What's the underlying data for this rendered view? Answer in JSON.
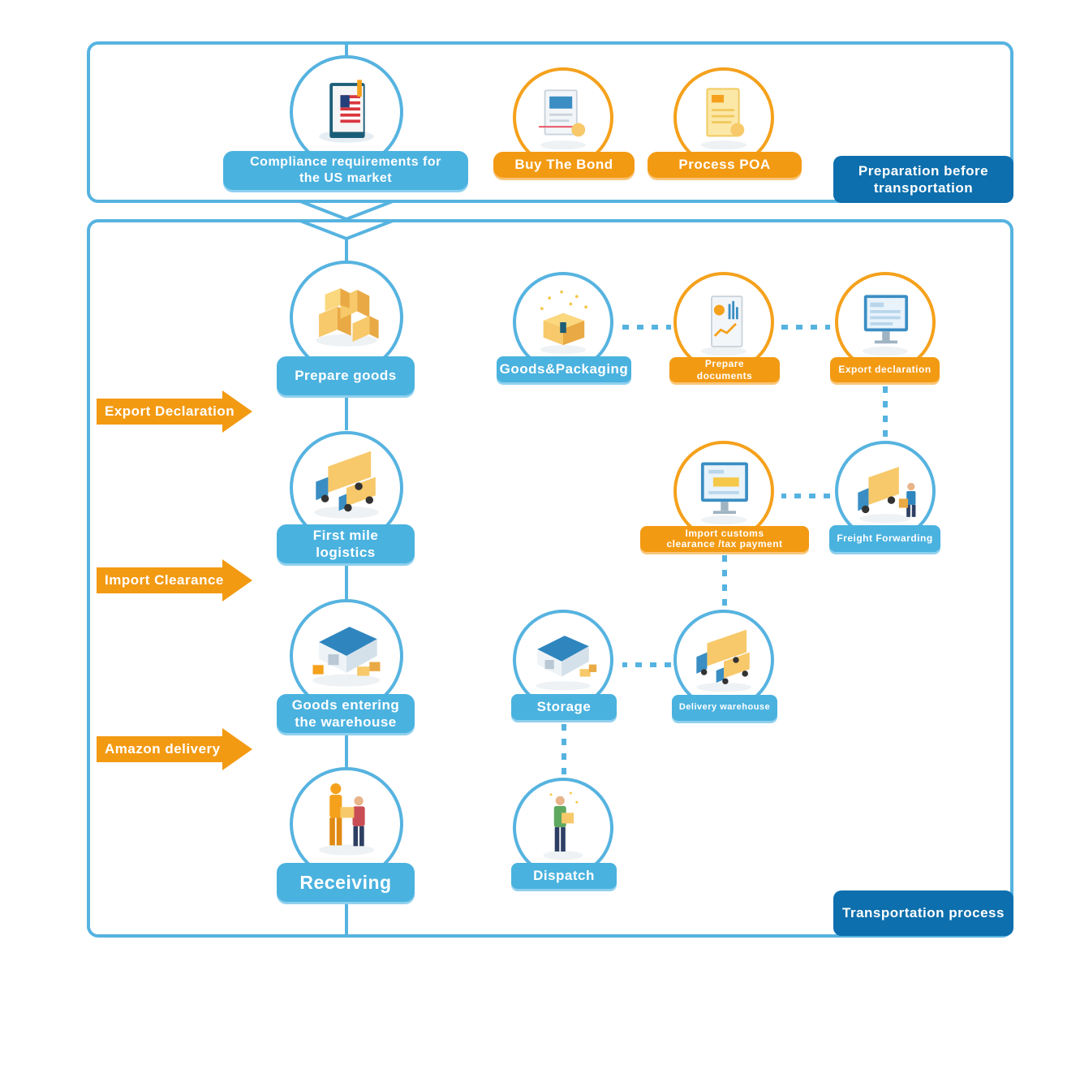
{
  "sections": {
    "preparation": "Preparation before transportation",
    "transportation": "Transportation process"
  },
  "top_row": {
    "compliance": "Compliance requirements for the US market",
    "bond": "Buy The Bond",
    "poa": "Process POA"
  },
  "main_flow": {
    "prepare_goods": "Prepare goods",
    "first_mile": "First mile logistics",
    "warehouse_entry": "Goods entering the warehouse",
    "receiving": "Receiving"
  },
  "side_arrows": {
    "export": "Export Declaration",
    "import": "Import Clearance",
    "amazon": "Amazon delivery"
  },
  "detail_flow": {
    "goods_packaging": "Goods&Packaging",
    "prepare_documents": "Prepare documents",
    "export_declaration": "Export declaration",
    "freight_forwarding": "Freight Forwarding",
    "import_customs": "Import customs clearance /tax payment",
    "delivery_warehouse": "Delivery warehouse",
    "storage": "Storage",
    "dispatch": "Dispatch"
  },
  "colors": {
    "blue": "#4ab2df",
    "orange": "#f39a13",
    "dark_blue": "#0d6fad",
    "frame": "#56b3e0"
  },
  "icons": {
    "compliance": "us-flag-book-icon",
    "bond": "bond-document-icon",
    "poa": "poa-document-icon",
    "prepare_goods": "stacked-boxes-icon",
    "first_mile": "trucks-icon",
    "warehouse_entry": "warehouse-icon",
    "receiving": "handover-people-icon",
    "goods_packaging": "package-sparkle-icon",
    "prepare_documents": "chart-document-icon",
    "export_declaration": "computer-screen-icon",
    "freight_forwarding": "truck-worker-icon",
    "import_customs": "monitor-icon",
    "delivery_warehouse": "trucks-icon",
    "storage": "warehouse-icon",
    "dispatch": "person-box-icon"
  }
}
